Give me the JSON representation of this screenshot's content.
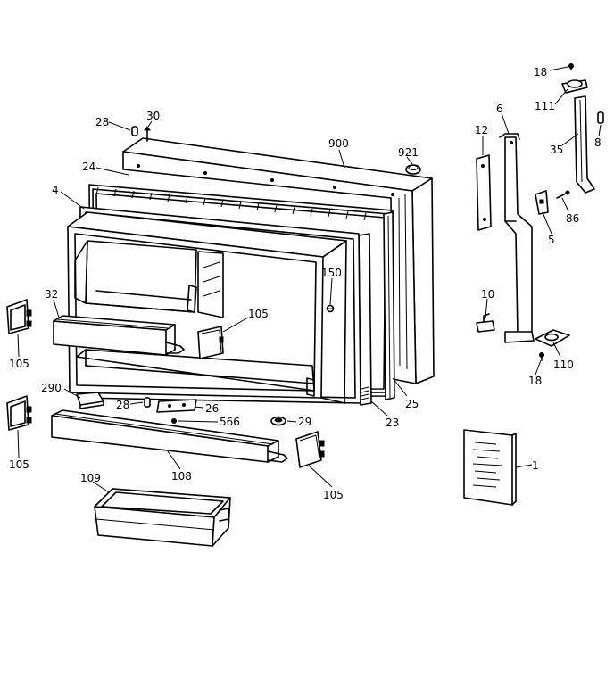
{
  "diagram": {
    "callouts": [
      {
        "key": "c18top",
        "text": "18"
      },
      {
        "key": "c111",
        "text": "111"
      },
      {
        "key": "c8",
        "text": "8"
      },
      {
        "key": "c35",
        "text": "35"
      },
      {
        "key": "c6",
        "text": "6"
      },
      {
        "key": "c12",
        "text": "12"
      },
      {
        "key": "c86",
        "text": "86"
      },
      {
        "key": "c5",
        "text": "5"
      },
      {
        "key": "c10",
        "text": "10"
      },
      {
        "key": "c110",
        "text": "110"
      },
      {
        "key": "c18bot",
        "text": "18"
      },
      {
        "key": "c1",
        "text": "1"
      },
      {
        "key": "c28top",
        "text": "28"
      },
      {
        "key": "c30",
        "text": "30"
      },
      {
        "key": "c900",
        "text": "900"
      },
      {
        "key": "c921",
        "text": "921"
      },
      {
        "key": "c24",
        "text": "24"
      },
      {
        "key": "c4",
        "text": "4"
      },
      {
        "key": "c32",
        "text": "32"
      },
      {
        "key": "c150",
        "text": "150"
      },
      {
        "key": "c105a",
        "text": "105"
      },
      {
        "key": "c105b",
        "text": "105"
      },
      {
        "key": "c105c",
        "text": "105"
      },
      {
        "key": "c105d",
        "text": "105"
      },
      {
        "key": "c290",
        "text": "290"
      },
      {
        "key": "c28mid",
        "text": "28"
      },
      {
        "key": "c26",
        "text": "26"
      },
      {
        "key": "c566",
        "text": "566"
      },
      {
        "key": "c29",
        "text": "29"
      },
      {
        "key": "c23",
        "text": "23"
      },
      {
        "key": "c25",
        "text": "25"
      },
      {
        "key": "c108",
        "text": "108"
      },
      {
        "key": "c109",
        "text": "109"
      }
    ]
  }
}
